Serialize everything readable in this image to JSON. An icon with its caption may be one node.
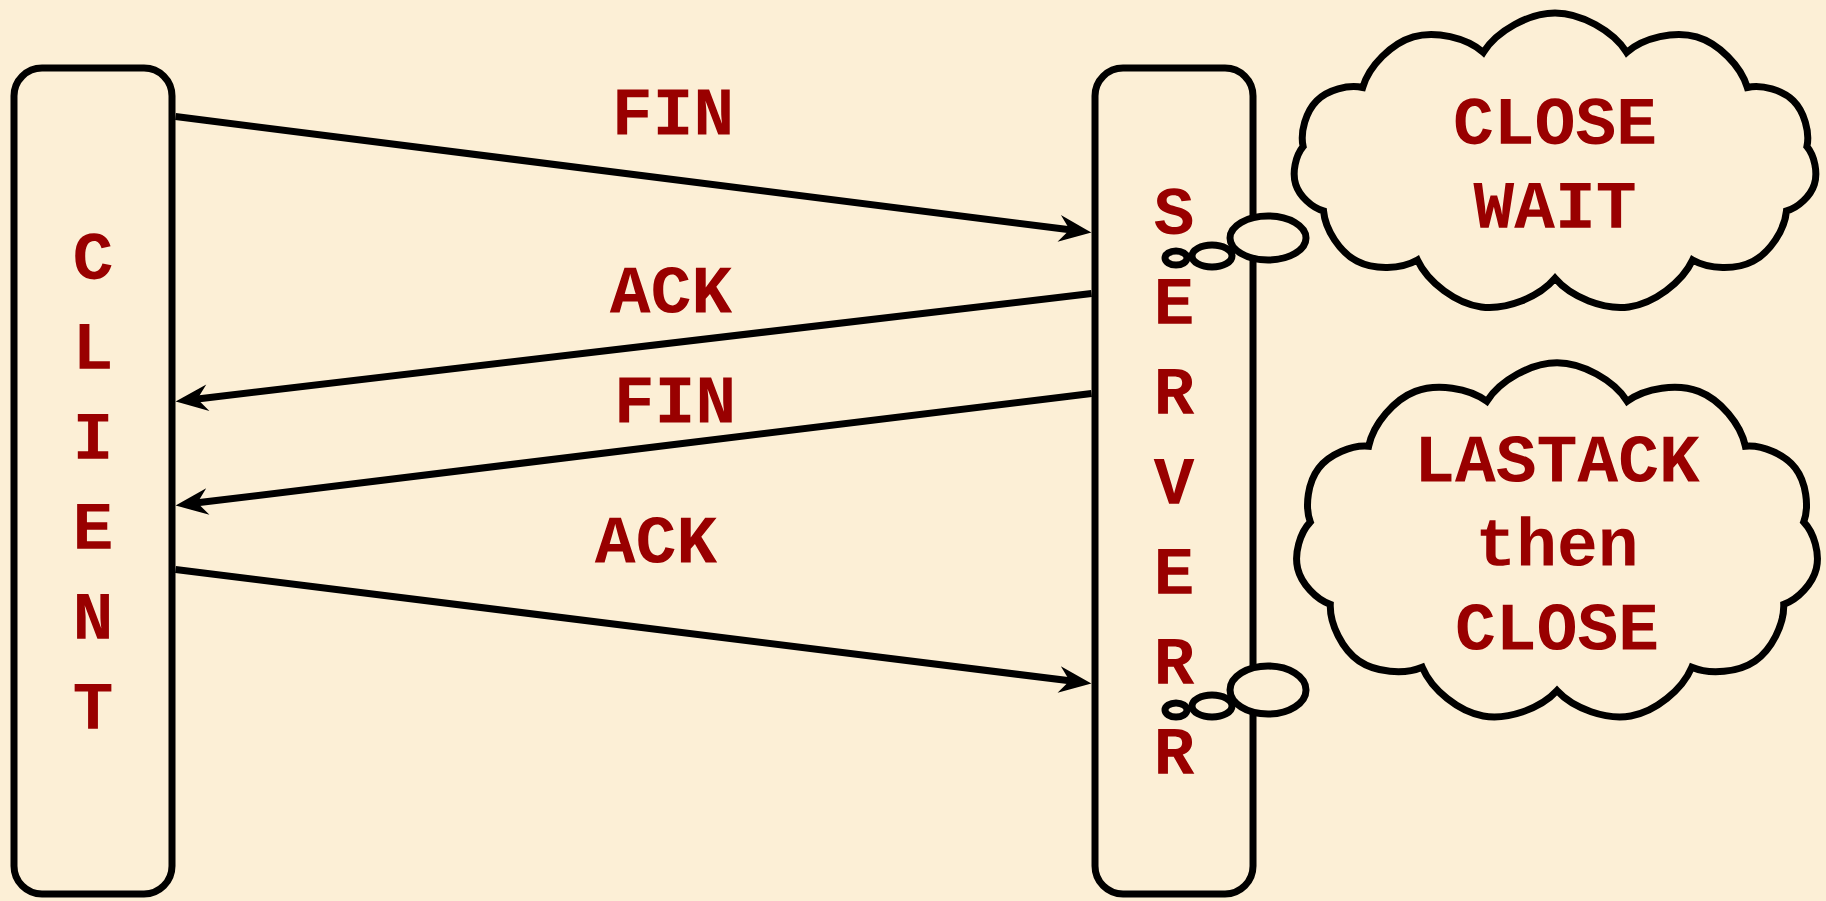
{
  "diagram": {
    "nodes": [
      {
        "text": [
          "CLIENT"
        ]
      },
      {
        "text": [
          "SERVERR"
        ]
      },
      {
        "text": [
          "CLOSE WAIT"
        ]
      },
      {
        "text": [
          "LASTACK then CLOSE"
        ]
      }
    ],
    "edges": [
      {
        "from": 0,
        "to": 1,
        "arrow": "to",
        "label": "FIN"
      },
      {
        "from": 1,
        "to": 0,
        "arrow": "to",
        "label": "ACK"
      },
      {
        "from": 1,
        "to": 0,
        "arrow": "to",
        "label": "FIN"
      },
      {
        "from": 0,
        "to": 1,
        "arrow": "to",
        "label": "ACK"
      }
    ]
  }
}
